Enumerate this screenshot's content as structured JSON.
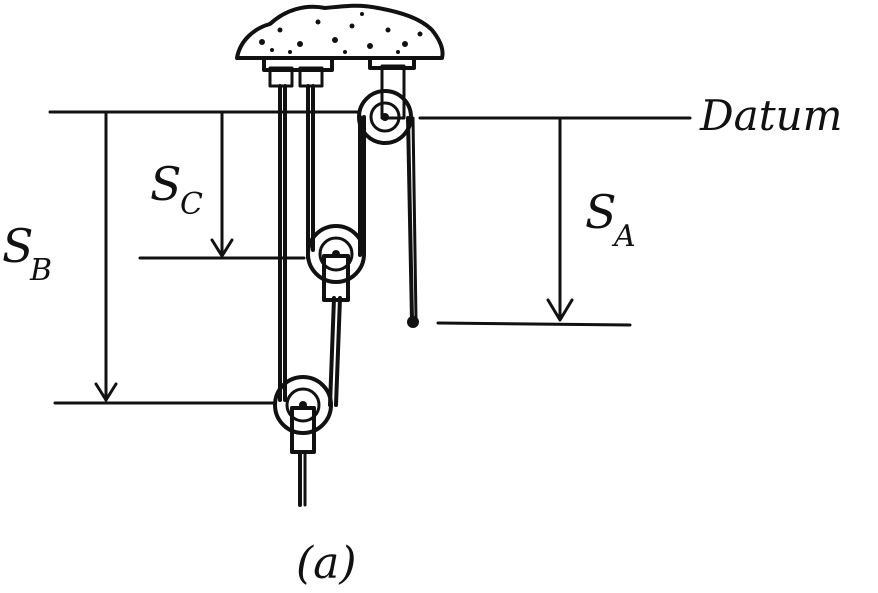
{
  "labels": {
    "datum": "Datum",
    "s_c_main": "S",
    "s_c_sub": "C",
    "s_a_main": "S",
    "s_a_sub": "A",
    "s_b_main": "S",
    "s_b_sub": "B",
    "caption": "(a)"
  },
  "colors": {
    "ink": "#111111",
    "background": "#ffffff",
    "support_fill": "#d8d8d8"
  }
}
